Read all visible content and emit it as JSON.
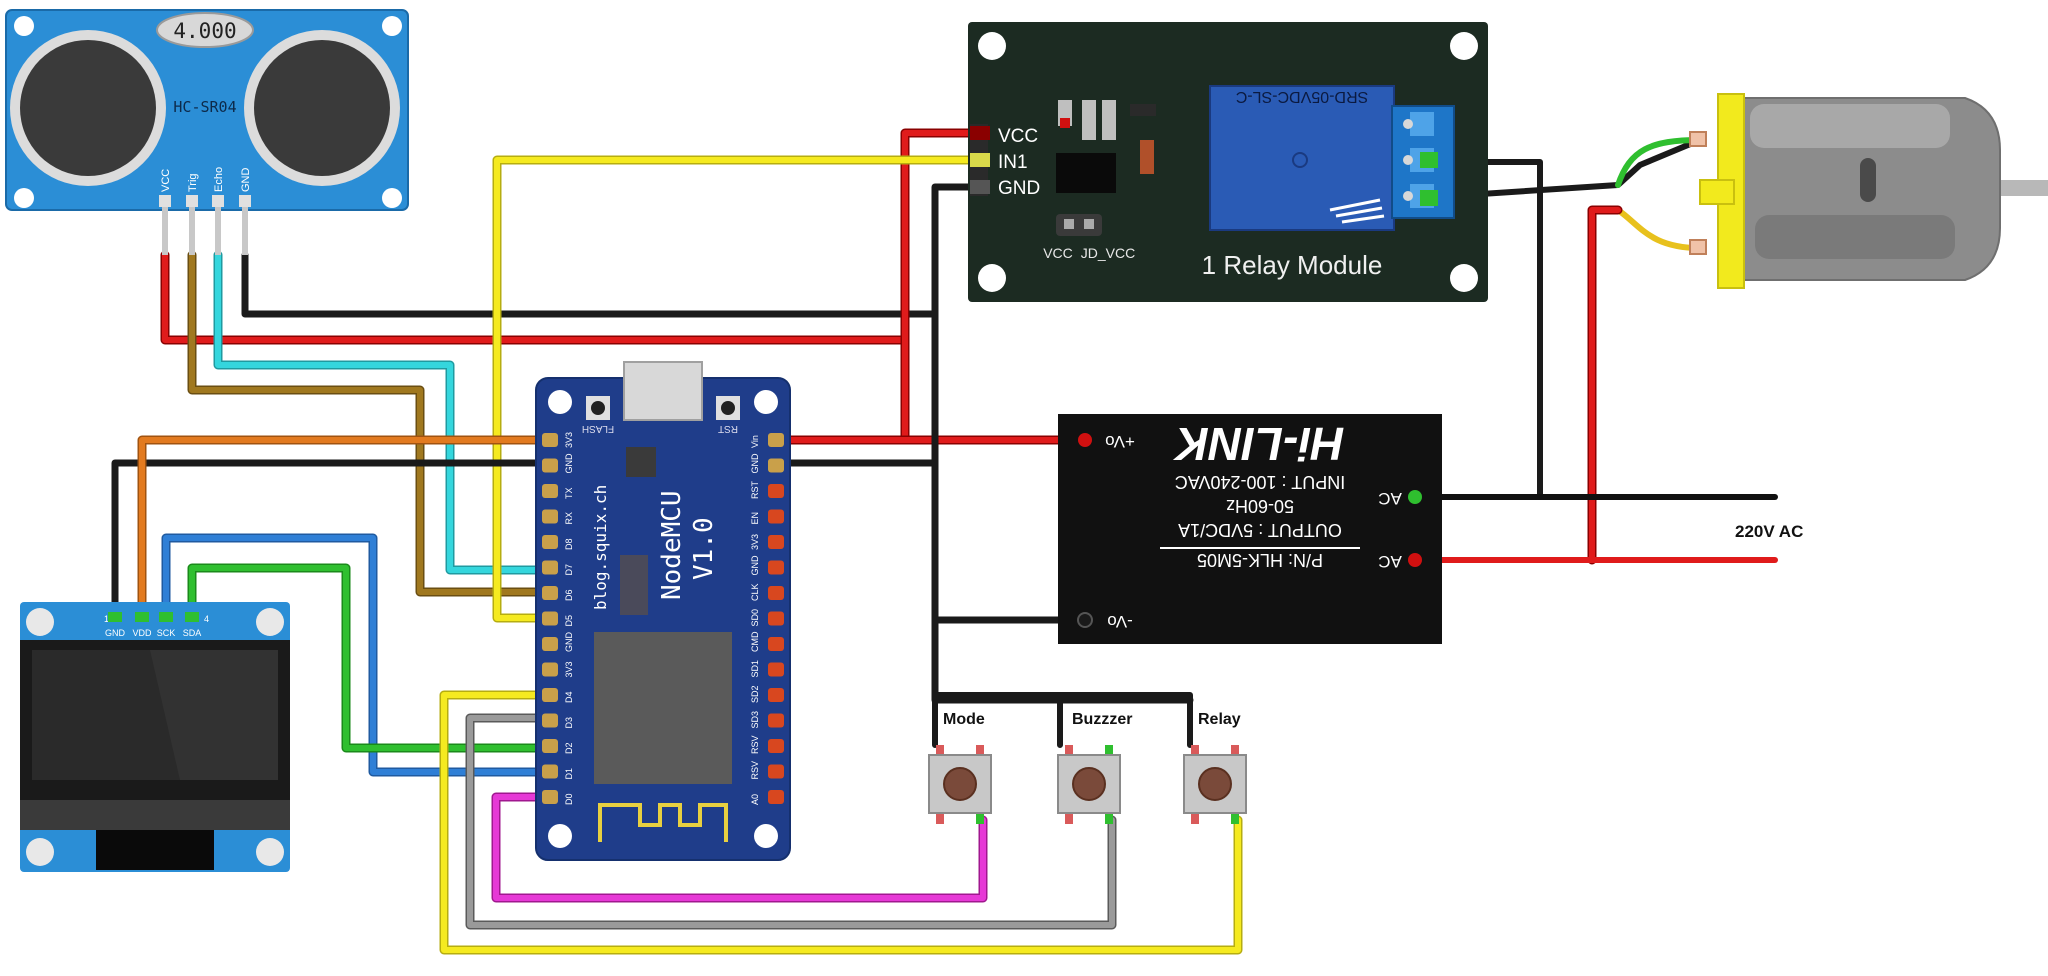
{
  "sensor": {
    "display": "4.000",
    "model": "HC-SR04",
    "pins": [
      "VCC",
      "Trig",
      "Echo",
      "GND"
    ]
  },
  "relay": {
    "title": "1 Relay Module",
    "relay_part": "SRD-05VDC-SL-C",
    "pins": [
      "VCC",
      "IN1",
      "GND"
    ],
    "jumper_labels": [
      "VCC",
      "JD_VCC"
    ]
  },
  "nodemcu": {
    "name": "NodeMCU",
    "version": "V1.0",
    "site": "blog.squix.ch",
    "button_flash": "FLASH",
    "button_rst": "RST",
    "left_pins": [
      "3V3",
      "GND",
      "TX",
      "RX",
      "D8",
      "D7",
      "D6",
      "D5",
      "GND",
      "3V3",
      "D4",
      "D3",
      "D2",
      "D1",
      "D0"
    ],
    "right_pins": [
      "Vin",
      "GND",
      "RST",
      "EN",
      "3V3",
      "GND",
      "CLK",
      "SD0",
      "CMD",
      "SD1",
      "SD2",
      "SD3",
      "RSV",
      "RSV",
      "A0"
    ]
  },
  "oled": {
    "pins": [
      "GND",
      "VDD",
      "SCK",
      "SDA"
    ],
    "pin_first": "1",
    "pin_last": "4"
  },
  "psu": {
    "brand": "Hi-LINK",
    "part": "P/N: HLK-5M05",
    "output": "OUTPUT : 5VDC/1A",
    "freq": "50-60Hz",
    "input": "INPUT : 100-240VAC",
    "vo_plus": "+Vo",
    "vo_minus": "-Vo",
    "ac1": "AC",
    "ac2": "AC"
  },
  "mains_label": "220V AC",
  "buttons": [
    "Mode",
    "Buzzzer",
    "Relay"
  ],
  "colors": {
    "board_blue": "#1f3d8a",
    "sensor_blue": "#2b8ed6",
    "relay_green": "#1c2b22",
    "psu_black": "#111111",
    "motor_yellow": "#f2ea1d",
    "wire_red": "#e01b1b",
    "wire_black": "#1a1a1a",
    "wire_yellow": "#f5ea20",
    "wire_cyan": "#34d6dd",
    "wire_brown": "#a0781f",
    "wire_orange": "#e27a1f",
    "wire_blue": "#2f7fd6",
    "wire_green": "#2fbf2f",
    "wire_gray": "#8a8a8a",
    "wire_magenta": "#e639d6"
  }
}
